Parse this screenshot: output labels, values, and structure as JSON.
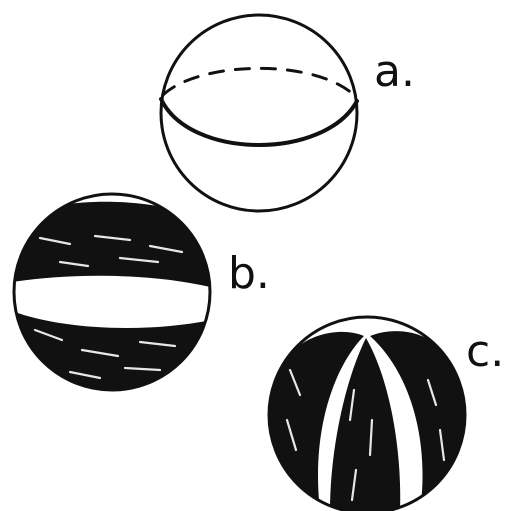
{
  "figures": [
    {
      "id": "a",
      "label": "a."
    },
    {
      "id": "b",
      "label": "b."
    },
    {
      "id": "c",
      "label": "c."
    }
  ],
  "colors": {
    "ink": "#111111",
    "paper": "#ffffff"
  }
}
